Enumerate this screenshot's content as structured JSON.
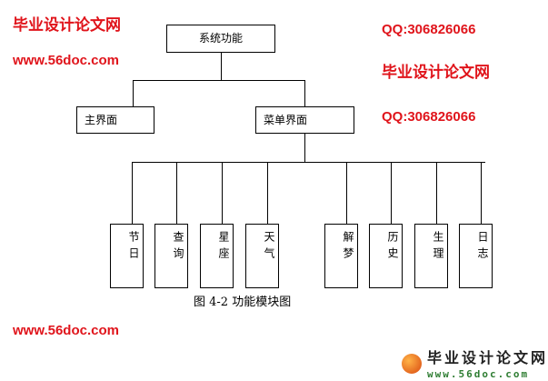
{
  "root": "系统功能",
  "level2": [
    "主界面",
    "菜单界面"
  ],
  "leaves": [
    "节日",
    "查询",
    "星座",
    "天气",
    "解梦",
    "历史",
    "生理",
    "日志"
  ],
  "caption": "图 4-2  功能模块图",
  "watermarks": [
    "毕业设计论文网",
    "www.56doc.com",
    "QQ:306826066"
  ],
  "logo": {
    "title": "毕业设计论文网",
    "url": "www.56doc.com"
  }
}
